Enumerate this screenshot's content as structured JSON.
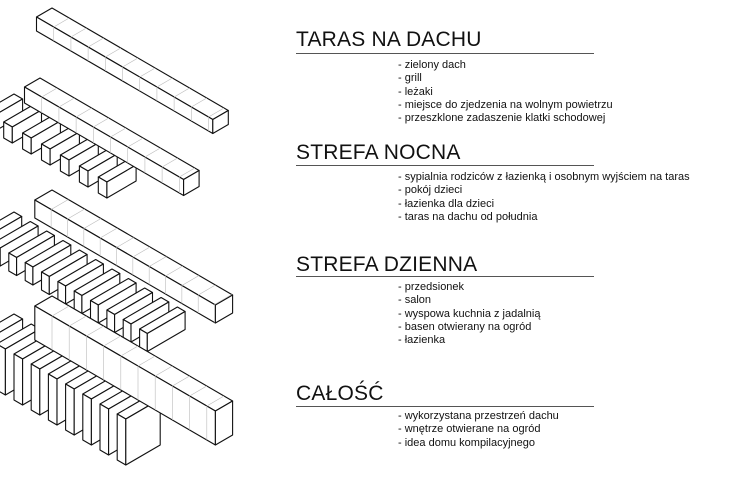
{
  "sections": [
    {
      "title": "TARAS NA DACHU",
      "items": [
        "zielony dach",
        "grill",
        "leżaki",
        "miejsce do zjedzenia na wolnym powietrzu",
        "przeszklone zadaszenie klatki schodowej"
      ]
    },
    {
      "title": "STREFA NOCNA",
      "items": [
        "sypialnia rodziców z łazienką i osobnym wyjściem na taras",
        "pokój dzieci",
        "łazienka dla dzieci",
        "taras na dachu od południa"
      ]
    },
    {
      "title": "STREFA DZIENNA",
      "items": [
        "przedsionek",
        "salon",
        "wyspowa kuchnia z jadalnią",
        "basen otwierany na ogród",
        "łazienka"
      ]
    },
    {
      "title": "CAŁOŚĆ",
      "items": [
        "wykorzystana przestrzeń dachu",
        "wnętrze otwierane na ogród",
        "idea domu kompilacyjnego"
      ]
    }
  ],
  "colors": {
    "ink": "#111111",
    "rule": "#555555",
    "grid": "#bbbbbb"
  }
}
